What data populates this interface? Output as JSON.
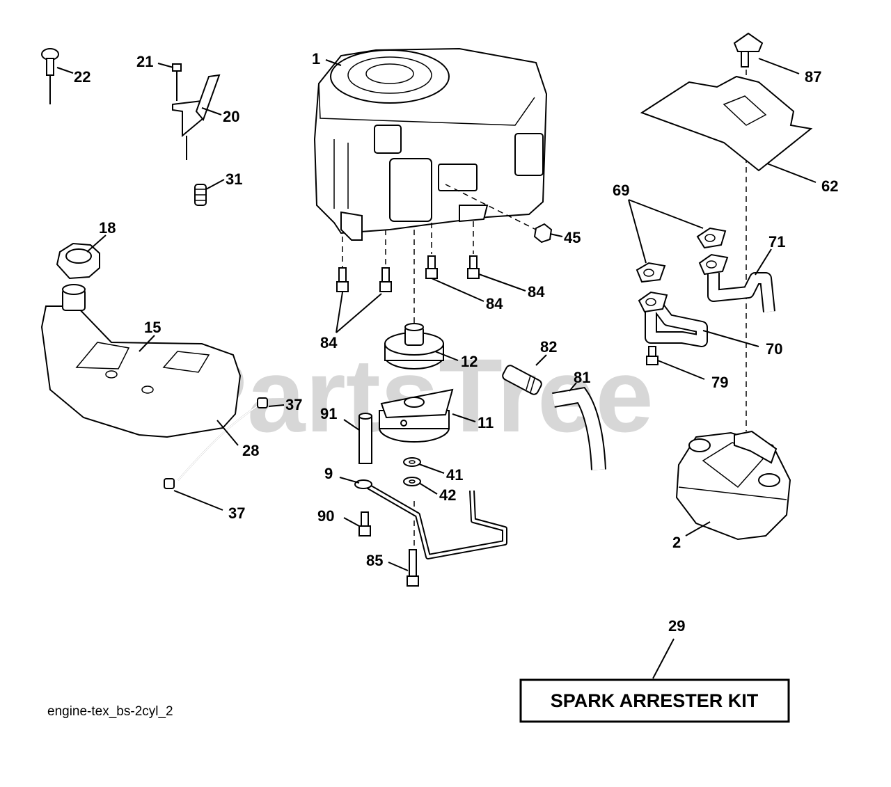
{
  "watermark": "PartsTree",
  "diagram_id": "engine-tex_bs-2cyl_2",
  "kit_box": {
    "callout": "29",
    "label": "SPARK ARRESTER KIT"
  },
  "callouts": {
    "c1": "1",
    "c2": "2",
    "c9": "9",
    "c11": "11",
    "c12": "12",
    "c15": "15",
    "c18": "18",
    "c20": "20",
    "c21": "21",
    "c22": "22",
    "c28": "28",
    "c31": "31",
    "c37a": "37",
    "c37b": "37",
    "c41": "41",
    "c42": "42",
    "c45": "45",
    "c62": "62",
    "c69": "69",
    "c70": "70",
    "c71": "71",
    "c79": "79",
    "c81": "81",
    "c82": "82",
    "c84a": "84",
    "c84b": "84",
    "c84c": "84",
    "c85": "85",
    "c87": "87",
    "c90": "90",
    "c91": "91"
  }
}
